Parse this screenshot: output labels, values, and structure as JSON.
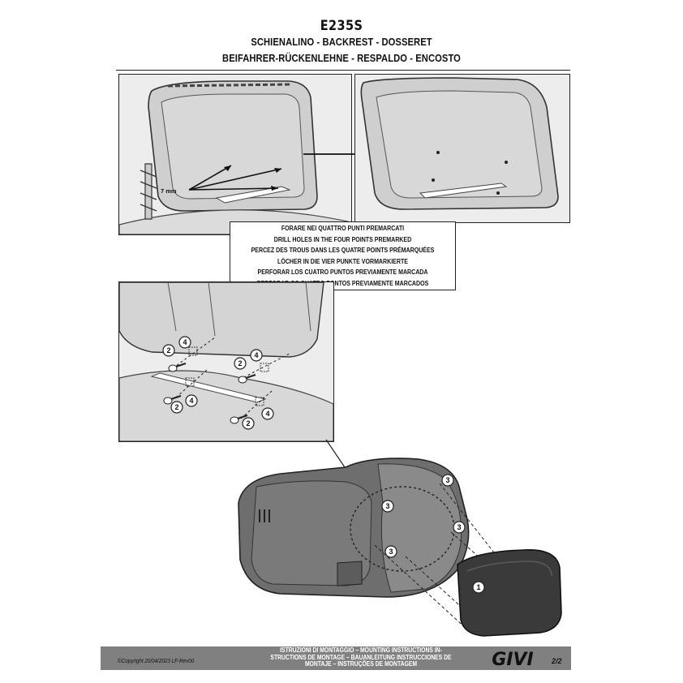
{
  "header": {
    "product_code": "E235S",
    "title_line1": "SCHIENALINO - BACKREST - DOSSERET",
    "title_line2": "BEIFAHRER-RÜCKENLEHNE  - RESPALDO - ENCOSTO"
  },
  "step1": {
    "drill_label": "7 mm"
  },
  "instructions": [
    "FORARE NEI QUATTRO PUNTI PREMARCATI",
    "DRILL HOLES IN THE FOUR POINTS PREMARKED",
    "PERCEZ DES TROUS DANS LES QUATRE POINTS PRÉMARQUÉES",
    "LÖCHER IN DIE VIER PUNKTE VORMARKIERTE",
    "PERFORAR LOS CUATRO PUNTOS PREVIAMENTE MARCADA",
    "PERFORAR OS QUATRO PONTOS PREVIAMENTE MARCADOS"
  ],
  "step2": {
    "callouts": [
      "2",
      "4",
      "2",
      "4",
      "2",
      "4",
      "2",
      "4"
    ]
  },
  "step3": {
    "callouts": [
      "3",
      "3",
      "3",
      "3",
      "1"
    ]
  },
  "footer": {
    "copyright": "©Copyright 20/04/2023 LF-Rev00",
    "lines": [
      "ISTRUZIONI DI MONTAGGIO  –  MOUNTING INSTRUCTIONS IN-",
      "STRUCTIONS DE MONTAGE – BAUANLEITUNG INSTRUCCIONES DE",
      "MONTAJE – INSTRUÇÕES DE MONTAGEM"
    ],
    "logo_text": "GIVI",
    "page": "2/2"
  },
  "colors": {
    "footer_bar": "#808080",
    "panel_bg": "#ededed",
    "case": "#6e6e6e",
    "backrest": "#3a3a3a"
  }
}
